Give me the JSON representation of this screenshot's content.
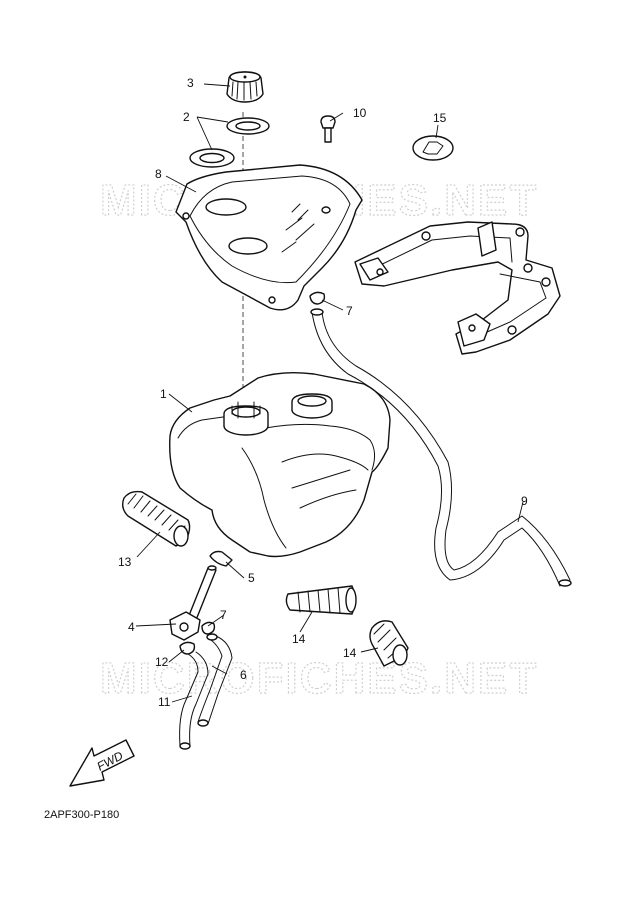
{
  "watermark": "MICROFICHES.NET",
  "diagram_code": "2APF300-P180",
  "fwd_label": "FWD",
  "callouts": {
    "c1": "1",
    "c2": "2",
    "c3": "3",
    "c4": "4",
    "c5": "5",
    "c6": "6",
    "c7a": "7",
    "c7b": "7",
    "c8": "8",
    "c9": "9",
    "c10": "10",
    "c11": "11",
    "c12": "12",
    "c13": "13",
    "c14a": "14",
    "c14b": "14",
    "c15": "15"
  }
}
